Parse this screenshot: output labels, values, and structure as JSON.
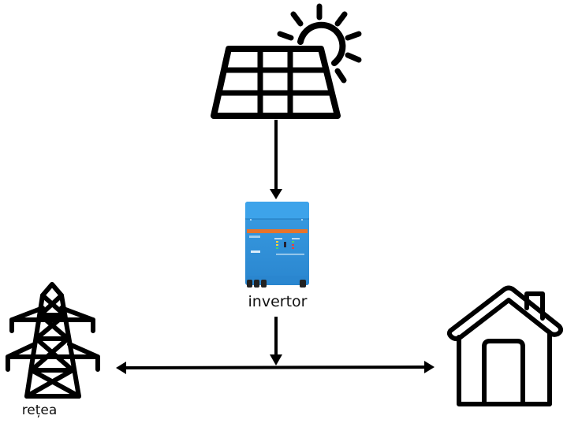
{
  "diagram": {
    "title": "",
    "nodes": [
      {
        "id": "solar",
        "label": "",
        "icon": "solar-panel-with-sun-icon"
      },
      {
        "id": "inverter",
        "label": "invertor",
        "icon": "inverter-device-image"
      },
      {
        "id": "grid",
        "label": "rețea",
        "icon": "power-transmission-tower-icon"
      },
      {
        "id": "house",
        "label": "",
        "icon": "house-icon"
      }
    ],
    "edges": [
      {
        "from": "solar",
        "to": "inverter",
        "direction": "one-way"
      },
      {
        "from": "inverter",
        "to": "bus",
        "direction": "one-way"
      },
      {
        "from": "bus",
        "to": "grid",
        "direction": "one-way"
      },
      {
        "from": "bus",
        "to": "house",
        "direction": "one-way"
      }
    ],
    "colors": {
      "stroke": "#000000",
      "inverter_body": "#2f8fd8",
      "inverter_stripe": "#e8732a",
      "background": "#ffffff"
    }
  }
}
